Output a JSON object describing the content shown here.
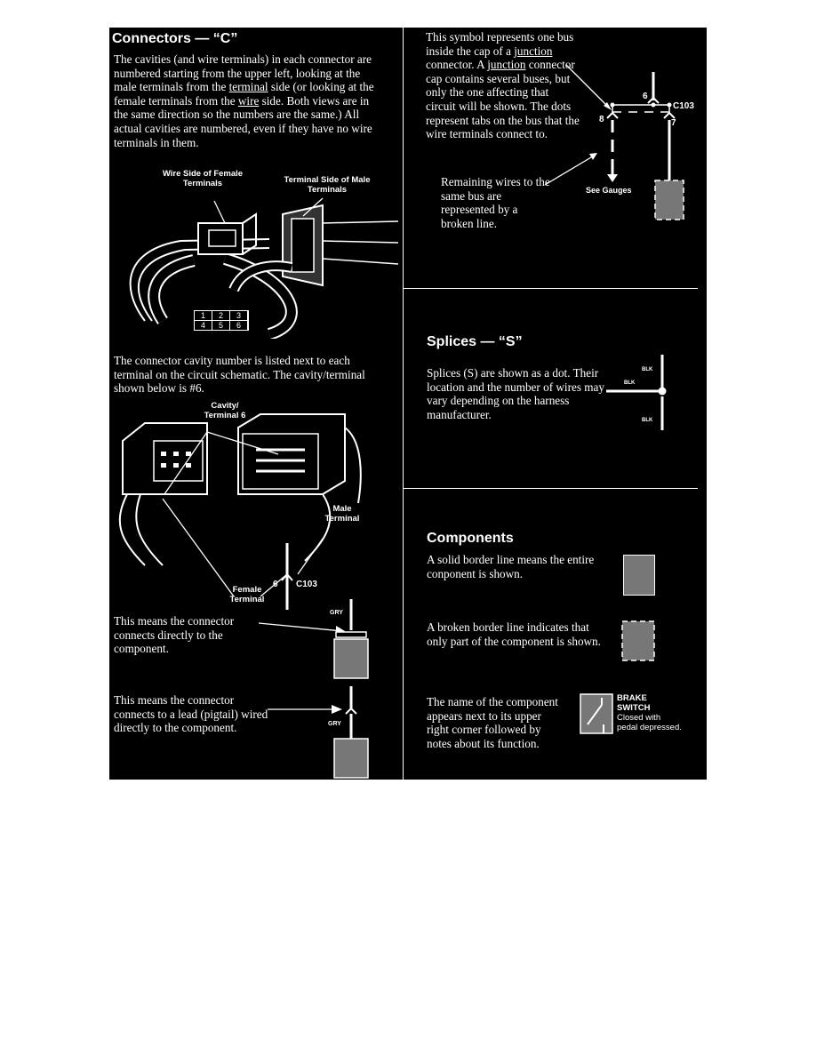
{
  "connectors": {
    "title": "Connectors — “C”",
    "para1": {
      "s1": "The cavities (and wire terminals) in each connector are numbered starting from the upper left, looking at the male terminals from the ",
      "terminal": "terminal",
      "s2": " side (or looking at the female terminals from the ",
      "wire": "wire",
      "s3": " side. Both views are in the same direction so the numbers are the same.) All actual cavities are numbered, even if they have no wire terminals in them."
    },
    "wire_side_label": "Wire Side of Female Terminals",
    "terminal_side_label": "Terminal Side of Male Terminals",
    "cavity_numbers": [
      "1",
      "2",
      "3",
      "4",
      "5",
      "6"
    ],
    "para2": "The connector cavity number is listed next to each terminal on the circuit schematic. The cavity/terminal shown below is #6.",
    "cavity_terminal_label": "Cavity/ Terminal 6",
    "male_terminal_label": "Male Terminal",
    "female_terminal_label": "Female Terminal",
    "connector_id": "C103",
    "cavity_number": "6",
    "direct_text": "This means the connector connects directly to the component.",
    "pigtail_text": "This means the connector connects to a lead (pigtail) wired directly to the component.",
    "wire_color": "GRY"
  },
  "junction": {
    "para1": {
      "s1": "This symbol represents one bus inside the cap of a ",
      "junction1": "junction",
      "s2": " connector. A ",
      "junction2": "junction",
      "s3": " connector cap contains several buses, but only the one affecting that circuit will be shown. The dots represent tabs on the bus that the wire terminals connect to."
    },
    "para2": "Remaining wires to the same bus are represented by a broken line.",
    "connector_id": "C103",
    "terminals": [
      "6",
      "8",
      "7"
    ],
    "see_gauges": "See Gauges"
  },
  "splices": {
    "title": "Splices — “S”",
    "text": "Splices (S) are shown as a dot. Their location and the number of wires may vary depending on the harness manufacturer.",
    "wire_color": "BLK"
  },
  "components": {
    "title": "Components",
    "solid_text": "A solid border line means the entire conponent is shown.",
    "broken_text": "A broken border line indicates that only part of the component is shown.",
    "name_text": "The name of the component appears next to its upper right corner followed by notes about its function.",
    "example_name_line1": "BRAKE",
    "example_name_line2": "SWITCH",
    "example_note_line1": "Closed with",
    "example_note_line2": "pedal depressed."
  }
}
